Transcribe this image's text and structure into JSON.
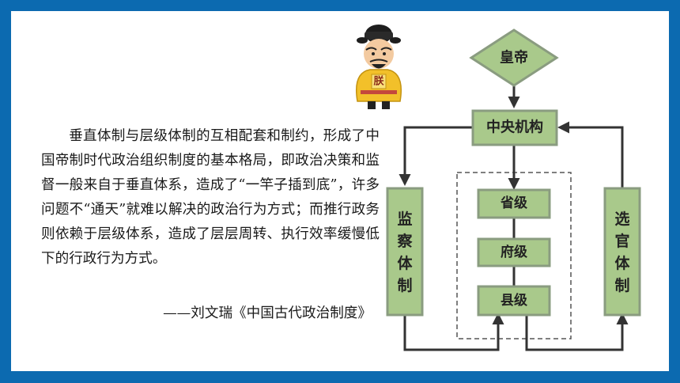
{
  "text": {
    "paragraph": "垂直体制与层级体制的互相配套和制约，形成了中国帝制时代政治组织制度的基本格局，即政治决策和监督一般来自于垂直体系，造成了“一竿子插到底”，许多问题不“通天”就难以解决的政治行为方式；而推行政务则依赖于层级体系，造成了层层周转、执行效率缓慢低下的行政行为方式。",
    "citation": "——刘文瑞《中国古代政治制度》"
  },
  "emperor_badge": "朕",
  "diagram": {
    "emperor": "皇帝",
    "central": "中央机构",
    "province": "省级",
    "prefecture": "府级",
    "county": "县级",
    "supervision": [
      "监",
      "察",
      "体",
      "制"
    ],
    "selection": [
      "选",
      "官",
      "体",
      "制"
    ]
  },
  "colors": {
    "frame": "#0c6ab0",
    "node_fill": "#a9c98b",
    "node_border": "#8a9c80",
    "arrow": "#333333",
    "dashed_border": "#555555"
  }
}
